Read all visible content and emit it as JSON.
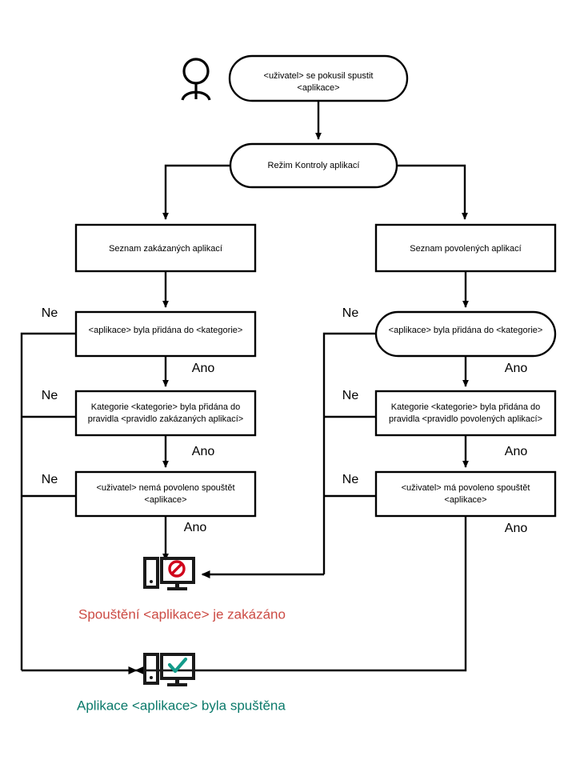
{
  "diagram": {
    "title": "Application Control workflow (Czech)",
    "colors": {
      "stroke": "#000000",
      "deny_text": "#cc4b44",
      "allow_text": "#0b7a6b",
      "deny_icon": "#d0021b",
      "allow_icon": "#149b8a"
    },
    "actor": {
      "name": "user-actor",
      "label": ""
    },
    "nodes": {
      "start": "<uživatel> se pokusil spustit <aplikace>",
      "start_line1": "<uživatel> se pokusil spustit",
      "start_line2": "<aplikace>",
      "mode": "Režim Kontroly aplikací",
      "denylist": "Seznam zakázaných aplikací",
      "allowlist": "Seznam povolených aplikací",
      "deny_check1": "<aplikace> byla přidána do <kategorie>",
      "deny_check2_line1": "Kategorie <kategorie> byla přidána do",
      "deny_check2_line2": "pravidla <pravidlo zakázaných aplikací>",
      "deny_check3_line1": "<uživatel> nemá povoleno spouštět",
      "deny_check3_line2": "<aplikace>",
      "allow_check1": "<aplikace> byla přidána do <kategorie>",
      "allow_check2_line1": "Kategorie <kategorie> byla přidána do",
      "allow_check2_line2": "pravidla <pravidlo povolených aplikací>",
      "allow_check3_line1": "<uživatel> má povoleno spouštět",
      "allow_check3_line2": "<aplikace>"
    },
    "edge_labels": {
      "no": "Ne",
      "yes": "Ano",
      "left_no_1": "Ne",
      "left_no_2": "Ne",
      "left_no_3": "Ne",
      "left_yes_1": "Ano",
      "left_yes_2": "Ano",
      "left_yes_3": "Ano",
      "right_no_1": "Ne",
      "right_no_2": "Ne",
      "right_no_3": "Ne",
      "right_yes_1": "Ano",
      "right_yes_2": "Ano",
      "right_yes_3": "Ano"
    },
    "outcomes": {
      "blocked_caption": "Spouštění <aplikace> je zakázáno",
      "started_caption": "Aplikace <aplikace> byla spuštěna",
      "blocked_icon": "computer-blocked-icon",
      "started_icon": "computer-allowed-icon"
    }
  }
}
